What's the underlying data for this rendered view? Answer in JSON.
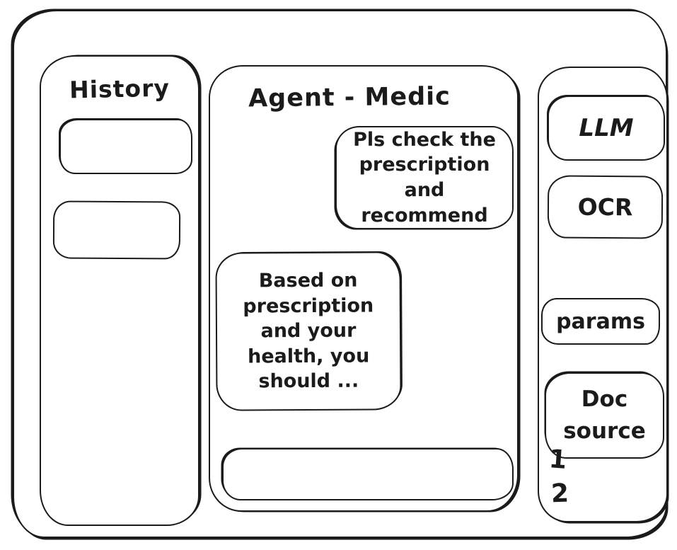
{
  "history_panel": {
    "title": "History",
    "items": [
      {
        "label": ""
      },
      {
        "label": ""
      }
    ]
  },
  "chat_panel": {
    "title": "Agent - Medic",
    "messages": [
      {
        "role": "user",
        "text": "Pls check the prescription and recommend"
      },
      {
        "role": "assistant",
        "text": "Based on prescription and your health, you should ..."
      }
    ],
    "input": {
      "value": "",
      "placeholder": ""
    }
  },
  "tools_panel": {
    "buttons": [
      {
        "label": "LLM"
      },
      {
        "label": "OCR"
      },
      {
        "label": "params"
      },
      {
        "label": "Doc source"
      }
    ],
    "doc_source_items": [
      "1",
      "2"
    ]
  },
  "colors": {
    "stroke": "#1b1b1b",
    "background": "#ffffff"
  }
}
